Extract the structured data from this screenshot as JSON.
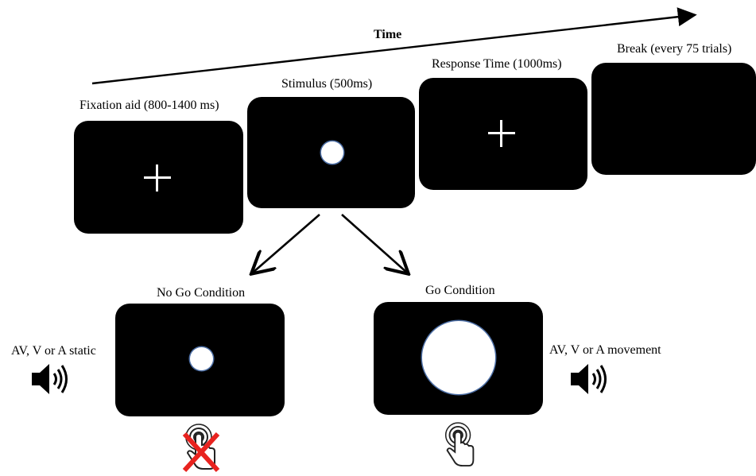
{
  "timeline": {
    "axis_label": "Time",
    "stages": [
      {
        "label": "Fixation aid (800-1400 ms)"
      },
      {
        "label": "Stimulus (500ms)"
      },
      {
        "label": "Response Time (1000ms)"
      },
      {
        "label": "Break (every 75 trials)"
      }
    ]
  },
  "conditions": [
    {
      "label": "No Go Condition",
      "side_label": "AV, V or A static",
      "side_icon": "speaker-icon",
      "response_icon": "touch-crossed-icon"
    },
    {
      "label": "Go Condition",
      "side_label": "AV, V or A movement",
      "side_icon": "speaker-icon",
      "response_icon": "touch-icon"
    }
  ],
  "colors": {
    "screen": "#000000",
    "stimulus": "#ffffff",
    "stimulus_outline": "#4d6fa6",
    "cross_out": "#e8231f"
  }
}
